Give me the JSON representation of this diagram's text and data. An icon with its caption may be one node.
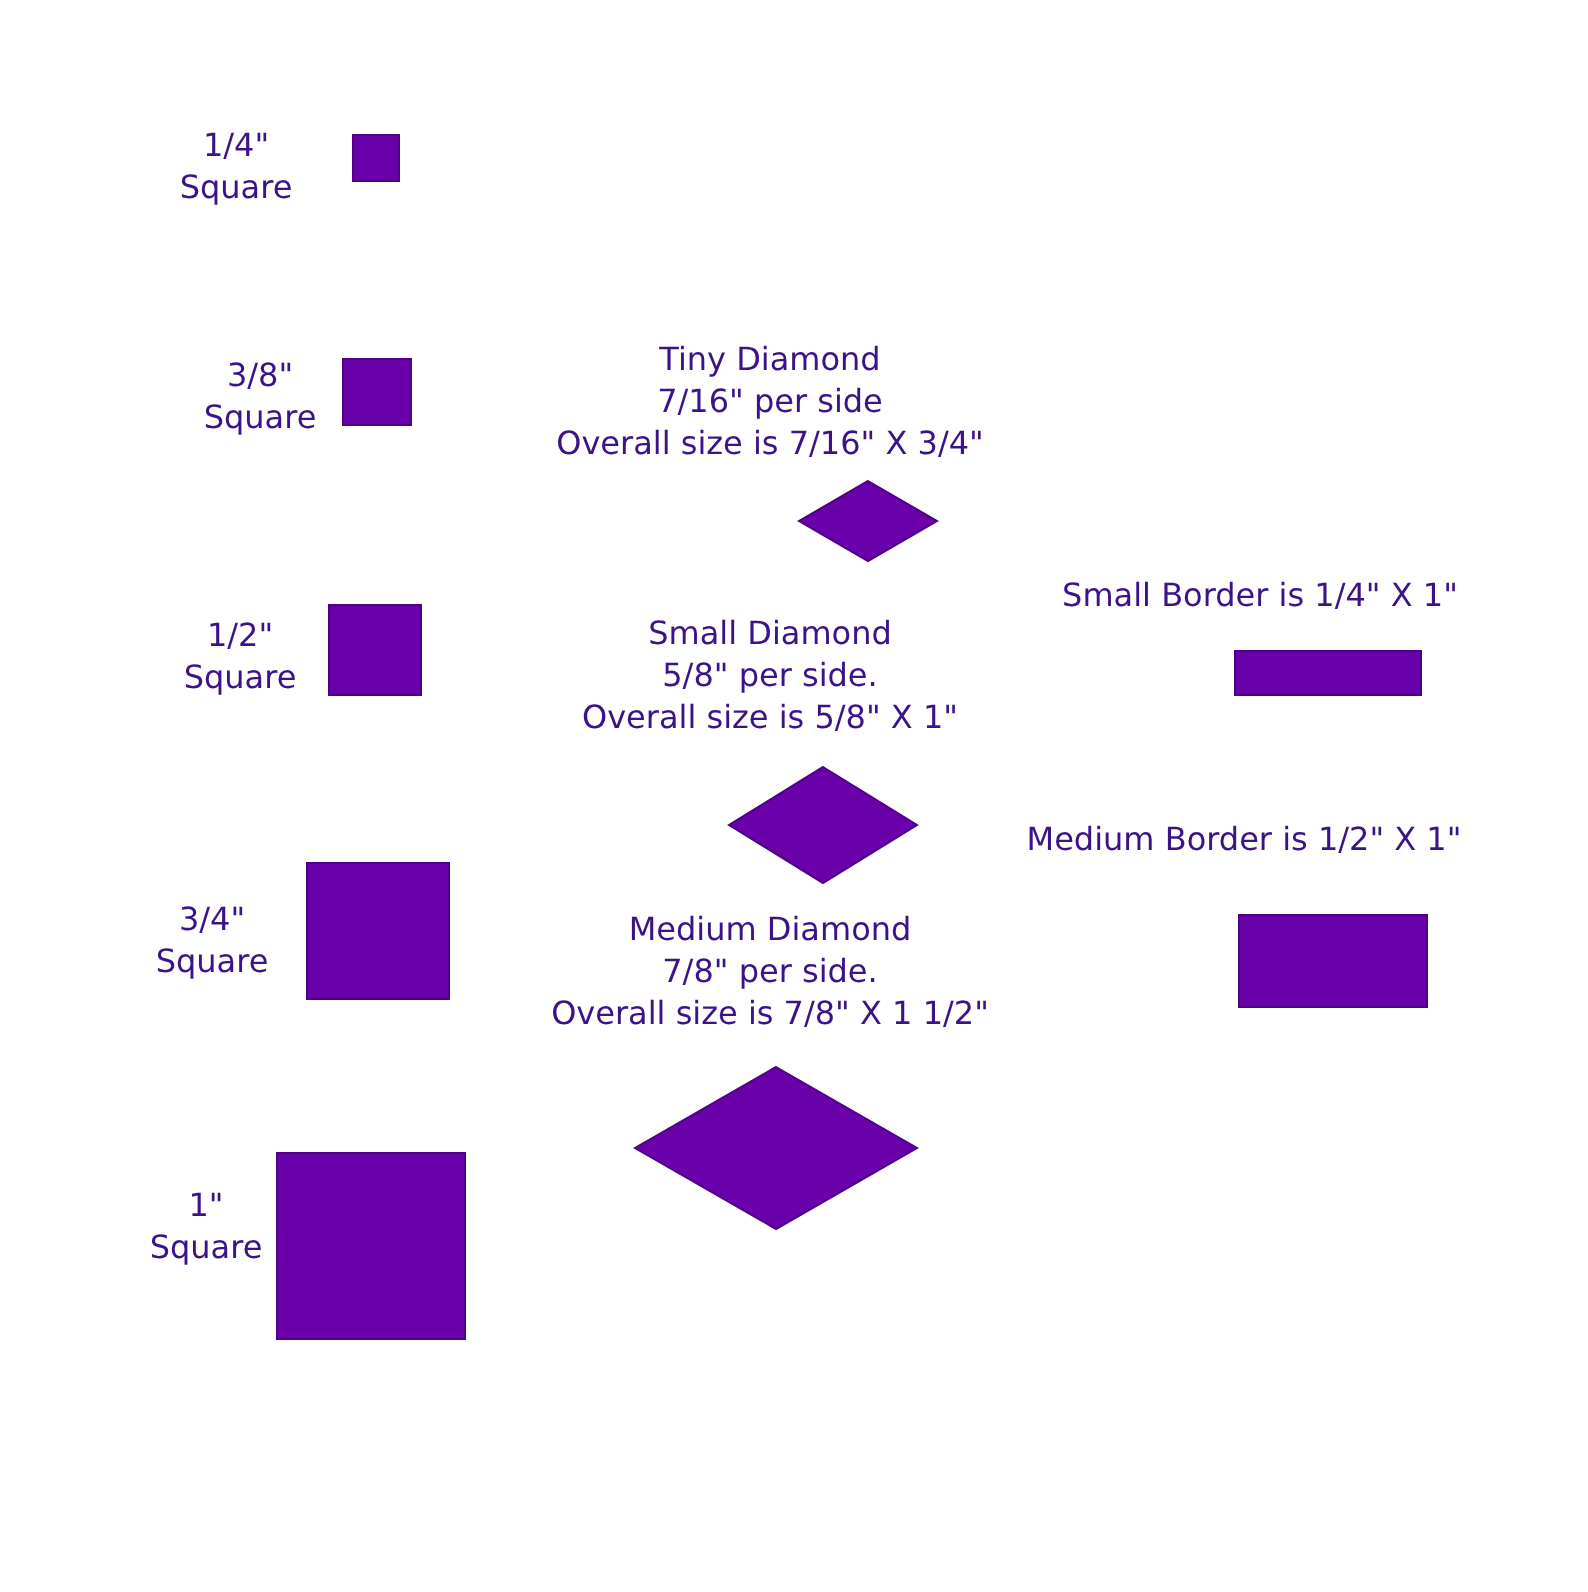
{
  "diagram": {
    "nodes": [
      {
        "text": [],
        "shape": "box",
        "beside": [
          "1/4\" Square"
        ]
      },
      {
        "text": [],
        "shape": "box",
        "beside": [
          "3/8\" Square"
        ]
      },
      {
        "text": [],
        "shape": "box",
        "beside": [
          "1/2\" Square"
        ]
      },
      {
        "text": [],
        "shape": "box",
        "beside": [
          "3/4\" Square"
        ]
      },
      {
        "text": [],
        "shape": "box",
        "beside": [
          "1\" Square"
        ]
      },
      {
        "text": [],
        "shape": "diamond",
        "beside": [
          "Tiny Diamond",
          "7/16\" per side",
          "Overall size is 7/16\" X 3/4\""
        ]
      },
      {
        "text": [],
        "shape": "diamond",
        "beside": [
          "Small Diamond",
          "5/8\" per side.",
          "Overall size is 5/8\" X 1\""
        ]
      },
      {
        "text": [],
        "shape": "diamond",
        "beside": [
          "Medium Diamond",
          "7/8\" per side.",
          "Overall size is 7/8\" X 1 1/2\""
        ]
      },
      {
        "text": [],
        "shape": "box",
        "beside": [
          "Small Border is 1/4\" X 1\""
        ]
      },
      {
        "text": [],
        "shape": "box",
        "beside": [
          "Medium Border is 1/2\" X 1\""
        ]
      }
    ]
  }
}
